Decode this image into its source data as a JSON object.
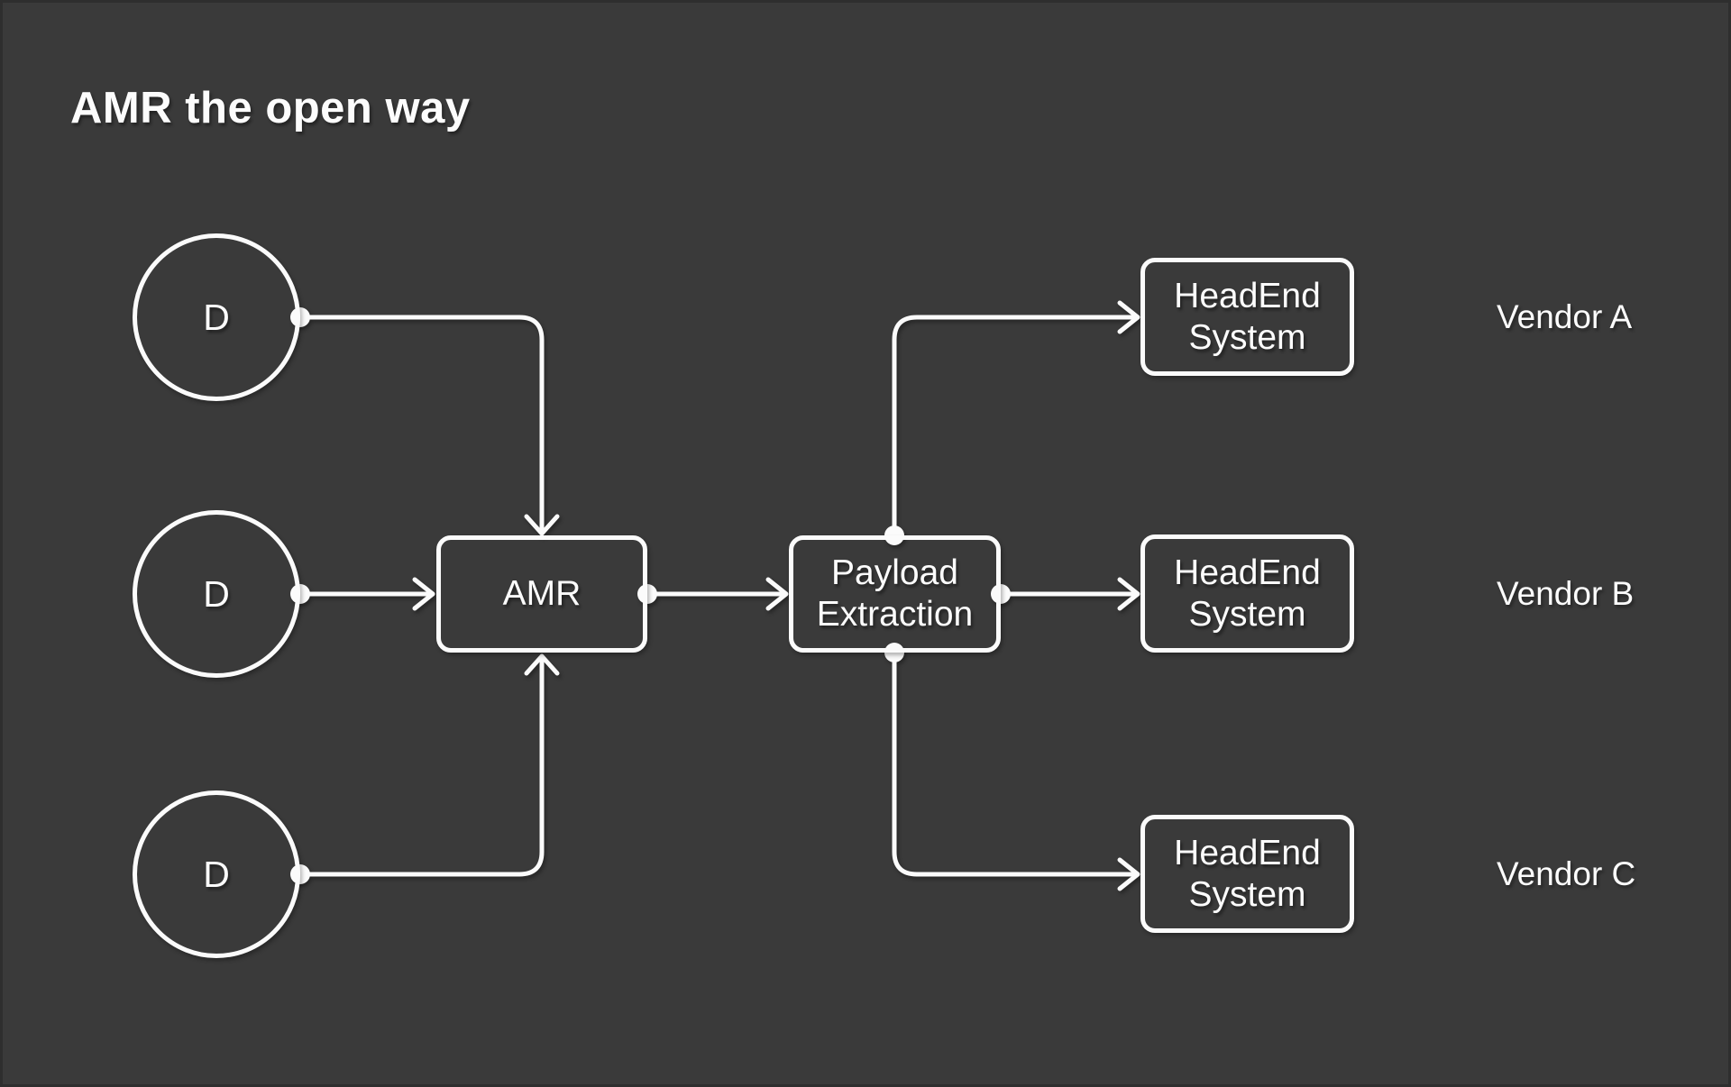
{
  "page": {
    "title": "AMR the open way",
    "background_color": "#3a3a3a",
    "stroke_color": "#fbfbfb",
    "text_color": "#fcfcfc"
  },
  "diagram": {
    "devices": [
      {
        "id": "device-1",
        "label": "D"
      },
      {
        "id": "device-2",
        "label": "D"
      },
      {
        "id": "device-3",
        "label": "D"
      }
    ],
    "amr": {
      "label": "AMR"
    },
    "payload": {
      "label": "Payload\nExtraction"
    },
    "headends": [
      {
        "id": "headend-vendor-a",
        "label": "HeadEnd\nSystem"
      },
      {
        "id": "headend-vendor-b",
        "label": "HeadEnd\nSystem"
      },
      {
        "id": "headend-vendor-c",
        "label": "HeadEnd\nSystem"
      }
    ],
    "vendors": [
      {
        "label": "Vendor A"
      },
      {
        "label": "Vendor B"
      },
      {
        "label": "Vendor C"
      }
    ],
    "edges": [
      {
        "from": "device-1",
        "to": "amr"
      },
      {
        "from": "device-2",
        "to": "amr"
      },
      {
        "from": "device-3",
        "to": "amr"
      },
      {
        "from": "amr",
        "to": "payload-extraction"
      },
      {
        "from": "payload-extraction",
        "to": "headend-vendor-a"
      },
      {
        "from": "payload-extraction",
        "to": "headend-vendor-b"
      },
      {
        "from": "payload-extraction",
        "to": "headend-vendor-c"
      }
    ]
  }
}
